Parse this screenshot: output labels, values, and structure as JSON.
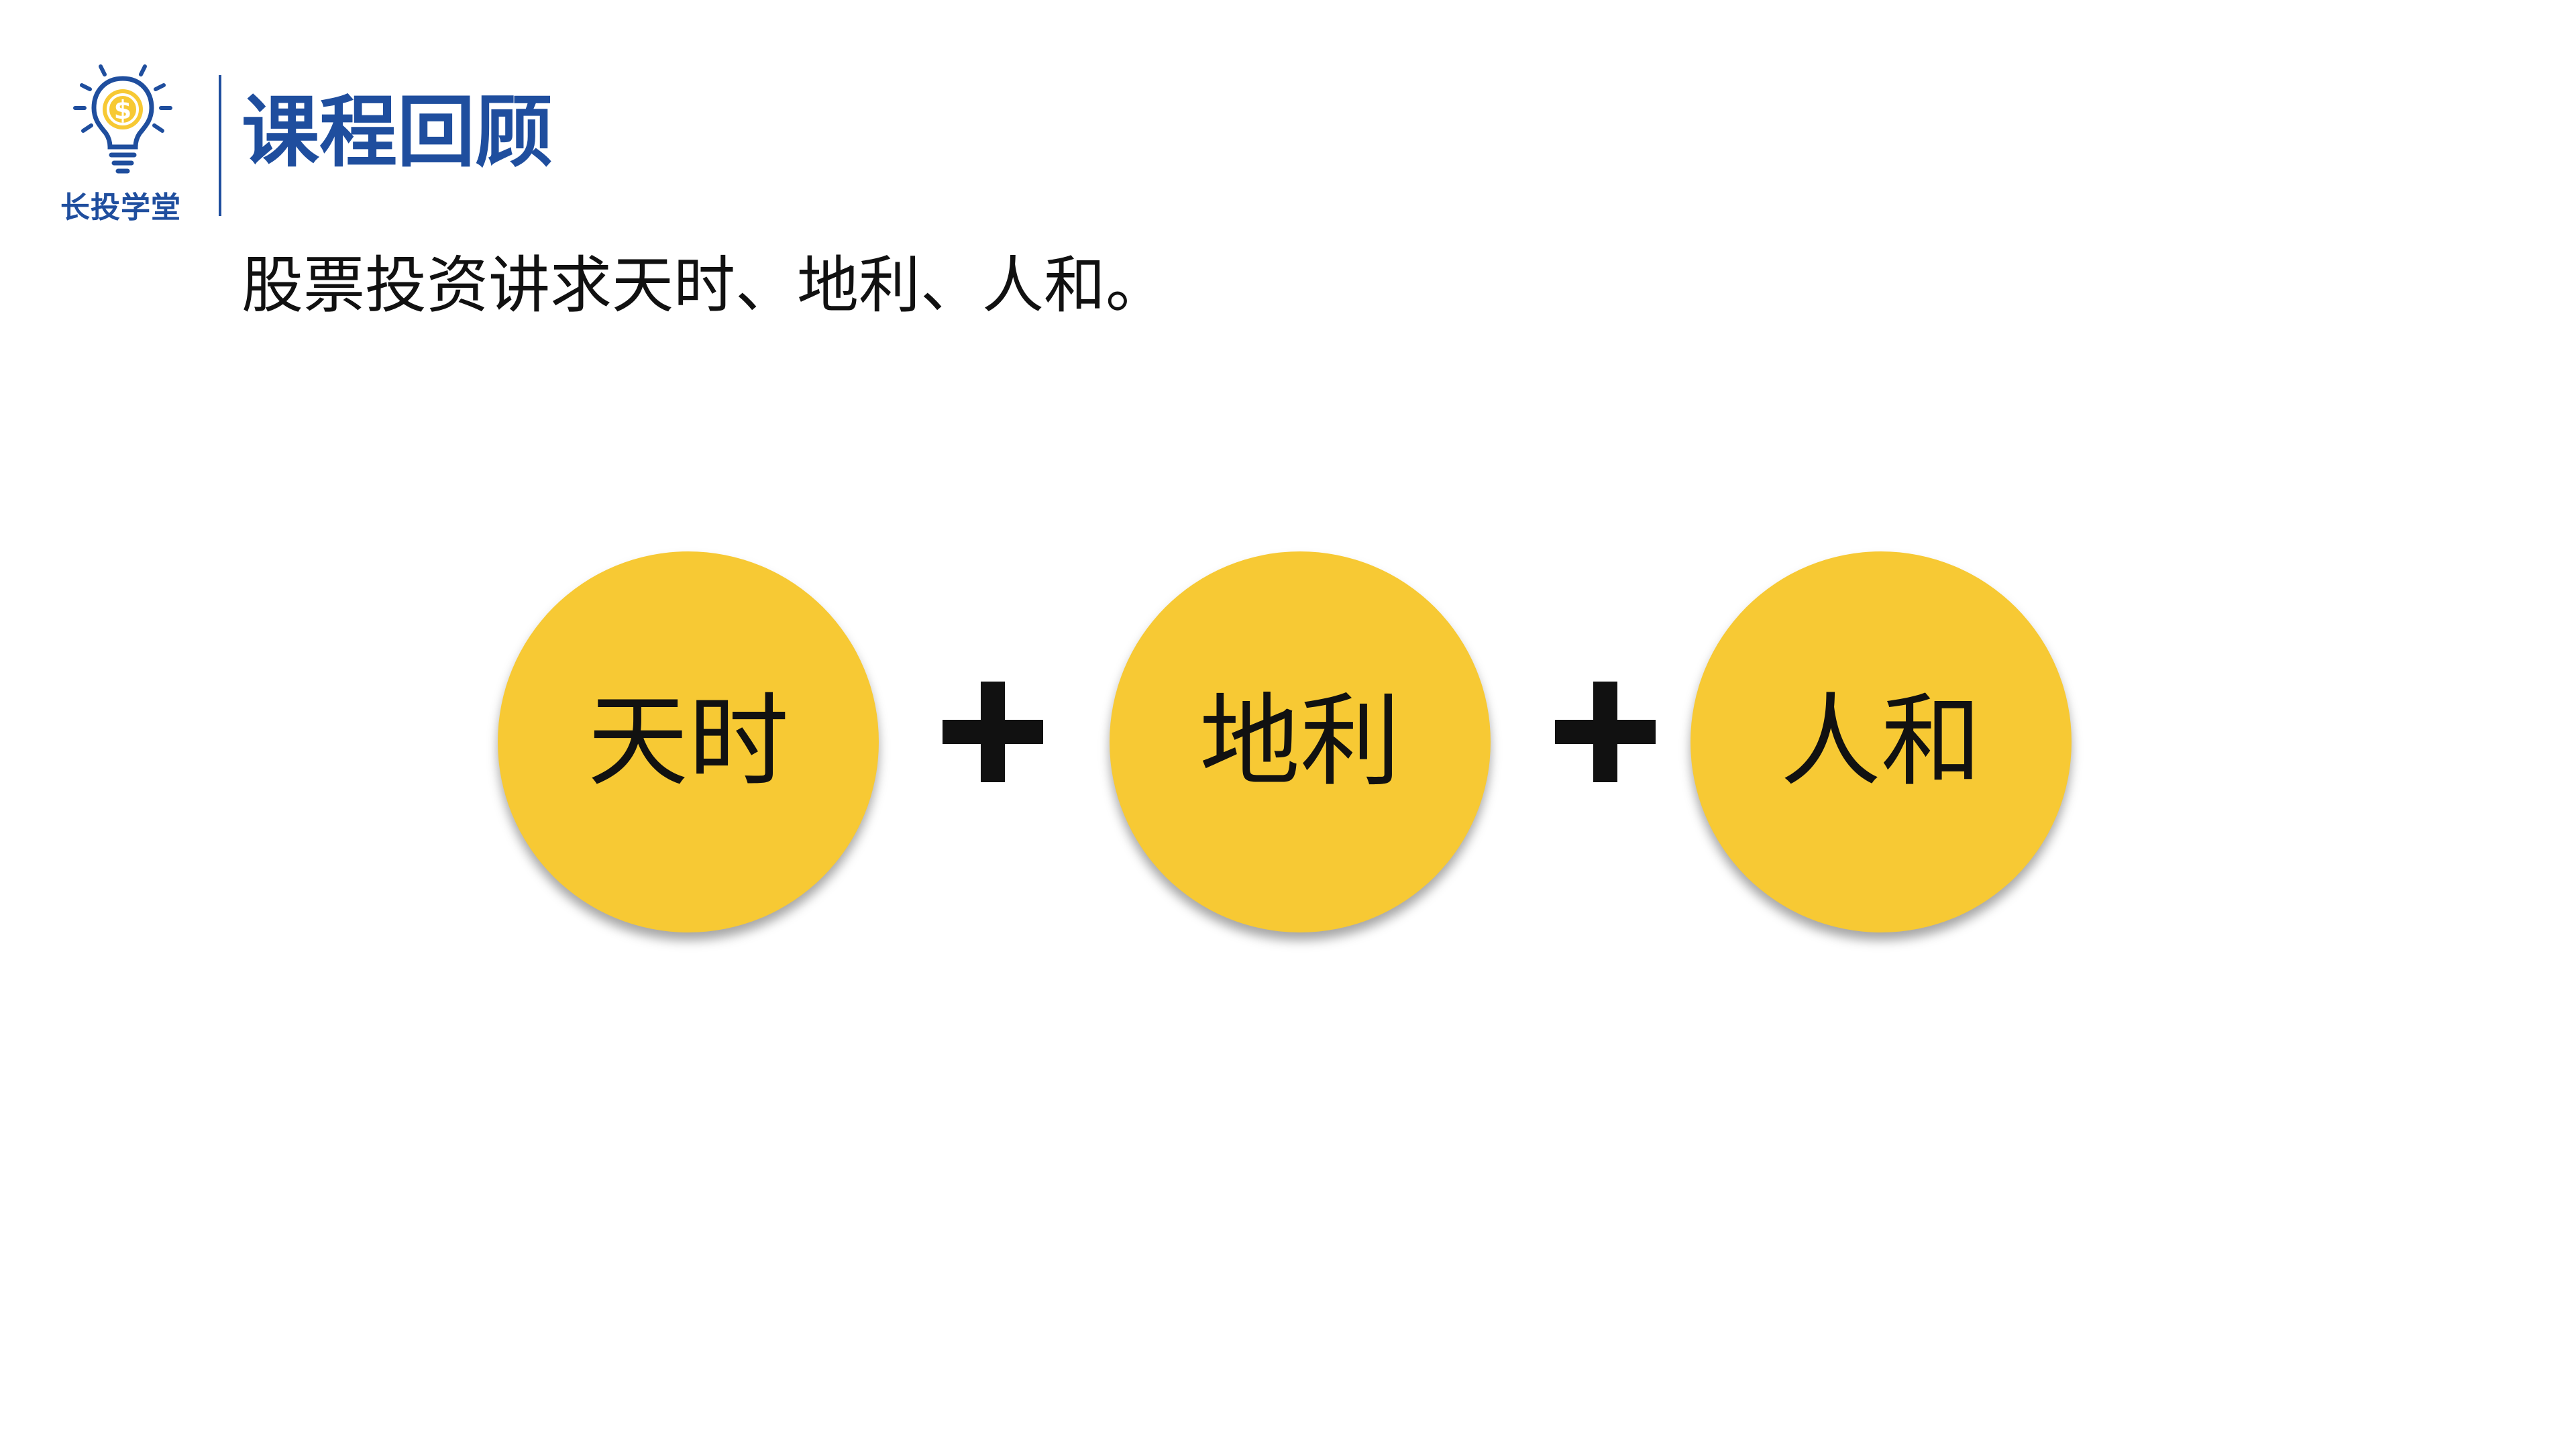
{
  "brand": {
    "name": "长投学堂",
    "icon": "lightbulb-dollar-icon",
    "colors": {
      "primary_blue": "#1f4e9e",
      "accent_yellow": "#f7c934"
    }
  },
  "header": {
    "title": "课程回顾"
  },
  "main": {
    "subtitle": "股票投资讲求天时、地利、人和。",
    "factors": [
      {
        "label": "天时"
      },
      {
        "label": "地利"
      },
      {
        "label": "人和"
      }
    ],
    "operator_icon": "plus-icon"
  }
}
